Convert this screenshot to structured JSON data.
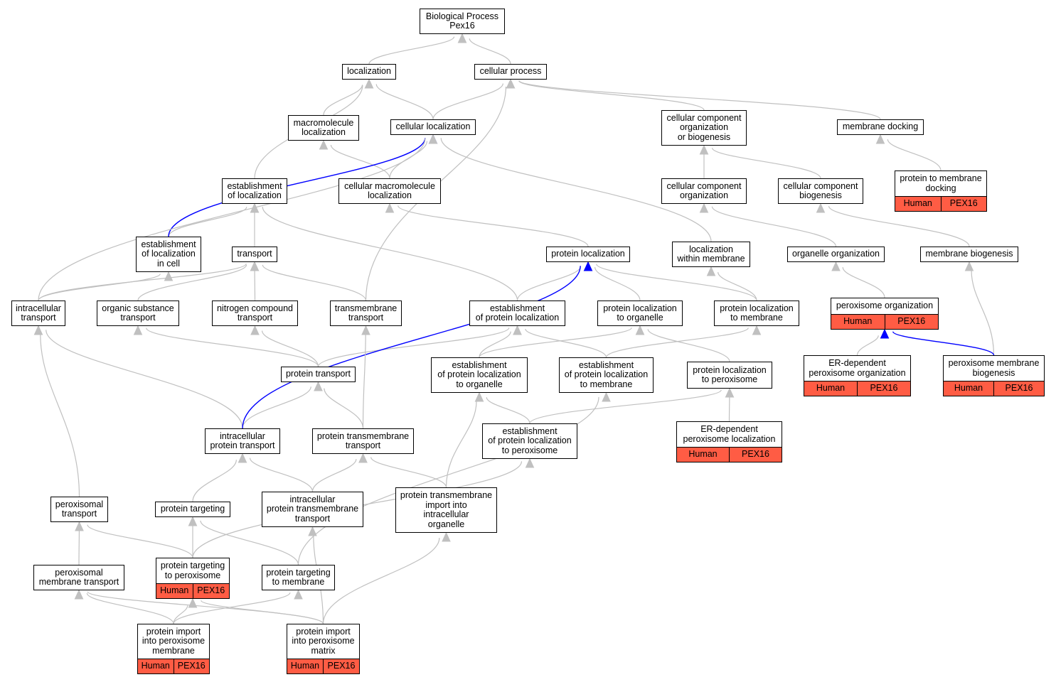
{
  "nodes": [
    {
      "id": "bp",
      "lines": [
        "Biological Process",
        "Pex16"
      ]
    },
    {
      "id": "loc",
      "lines": [
        "localization"
      ]
    },
    {
      "id": "cp",
      "lines": [
        "cellular process"
      ]
    },
    {
      "id": "mm",
      "lines": [
        "macromolecule",
        "localization"
      ]
    },
    {
      "id": "cl",
      "lines": [
        "cellular localization"
      ]
    },
    {
      "id": "ccob",
      "lines": [
        "cellular component",
        "organization",
        "or biogenesis"
      ]
    },
    {
      "id": "md",
      "lines": [
        "membrane docking"
      ]
    },
    {
      "id": "est",
      "lines": [
        "establishment",
        "of localization"
      ]
    },
    {
      "id": "cml",
      "lines": [
        "cellular macromolecule",
        "localization"
      ]
    },
    {
      "id": "cco",
      "lines": [
        "cellular component",
        "organization"
      ]
    },
    {
      "id": "ccb",
      "lines": [
        "cellular component",
        "biogenesis"
      ]
    },
    {
      "id": "ptmd",
      "lines": [
        "protein to membrane",
        "docking"
      ],
      "badges": [
        "Human",
        "PEX16"
      ]
    },
    {
      "id": "elc",
      "lines": [
        "establishment",
        "of localization",
        "in cell"
      ]
    },
    {
      "id": "tr",
      "lines": [
        "transport"
      ]
    },
    {
      "id": "pl",
      "lines": [
        "protein localization"
      ]
    },
    {
      "id": "lwm",
      "lines": [
        "localization",
        "within membrane"
      ]
    },
    {
      "id": "oo",
      "lines": [
        "organelle organization"
      ]
    },
    {
      "id": "mb",
      "lines": [
        "membrane biogenesis"
      ]
    },
    {
      "id": "it",
      "lines": [
        "intracellular",
        "transport"
      ]
    },
    {
      "id": "ost",
      "lines": [
        "organic substance",
        "transport"
      ]
    },
    {
      "id": "nct",
      "lines": [
        "nitrogen compound",
        "transport"
      ]
    },
    {
      "id": "tmt",
      "lines": [
        "transmembrane",
        "transport"
      ]
    },
    {
      "id": "epl",
      "lines": [
        "establishment",
        "of protein localization"
      ]
    },
    {
      "id": "plo",
      "lines": [
        "protein localization",
        "to organelle"
      ]
    },
    {
      "id": "plm",
      "lines": [
        "protein localization",
        "to membrane"
      ]
    },
    {
      "id": "po",
      "lines": [
        "peroxisome organization"
      ],
      "badges": [
        "Human",
        "PEX16"
      ]
    },
    {
      "id": "pt",
      "lines": [
        "protein transport"
      ]
    },
    {
      "id": "eplo",
      "lines": [
        "establishment",
        "of protein localization",
        "to organelle"
      ]
    },
    {
      "id": "eplm",
      "lines": [
        "establishment",
        "of protein localization",
        "to membrane"
      ]
    },
    {
      "id": "plp",
      "lines": [
        "protein localization",
        "to peroxisome"
      ]
    },
    {
      "id": "erpo",
      "lines": [
        "ER-dependent",
        "peroxisome organization"
      ],
      "badges": [
        "Human",
        "PEX16"
      ]
    },
    {
      "id": "pmb",
      "lines": [
        "peroxisome membrane",
        "biogenesis"
      ],
      "badges": [
        "Human",
        "PEX16"
      ]
    },
    {
      "id": "ipt",
      "lines": [
        "intracellular",
        "protein transport"
      ]
    },
    {
      "id": "ptt",
      "lines": [
        "protein transmembrane",
        "transport"
      ]
    },
    {
      "id": "eplp",
      "lines": [
        "establishment",
        "of protein localization",
        "to peroxisome"
      ]
    },
    {
      "id": "erpl",
      "lines": [
        "ER-dependent",
        "peroxisome localization"
      ],
      "badges": [
        "Human",
        "PEX16"
      ]
    },
    {
      "id": "pxt",
      "lines": [
        "peroxisomal",
        "transport"
      ]
    },
    {
      "id": "ptg",
      "lines": [
        "protein targeting"
      ]
    },
    {
      "id": "iptt",
      "lines": [
        "intracellular",
        "protein transmembrane",
        "transport"
      ]
    },
    {
      "id": "ptii",
      "lines": [
        "protein transmembrane",
        "import into",
        "intracellular",
        "organelle"
      ]
    },
    {
      "id": "pmt",
      "lines": [
        "peroxisomal",
        "membrane transport"
      ]
    },
    {
      "id": "ptp",
      "lines": [
        "protein targeting",
        "to peroxisome"
      ],
      "badges": [
        "Human",
        "PEX16"
      ]
    },
    {
      "id": "ptm",
      "lines": [
        "protein targeting",
        "to membrane"
      ]
    },
    {
      "id": "pipm",
      "lines": [
        "protein import",
        "into peroxisome",
        "membrane"
      ],
      "badges": [
        "Human",
        "PEX16"
      ]
    },
    {
      "id": "pipx",
      "lines": [
        "protein import",
        "into peroxisome",
        "matrix"
      ],
      "badges": [
        "Human",
        "PEX16"
      ]
    }
  ],
  "edges": [
    [
      "loc",
      "bp"
    ],
    [
      "cp",
      "bp"
    ],
    [
      "mm",
      "loc"
    ],
    [
      "cl",
      "loc"
    ],
    [
      "cl",
      "cp"
    ],
    [
      "ccob",
      "cp"
    ],
    [
      "md",
      "cp"
    ],
    [
      "est",
      "loc"
    ],
    [
      "cml",
      "mm"
    ],
    [
      "cml",
      "cl"
    ],
    [
      "cco",
      "ccob"
    ],
    [
      "ccb",
      "ccob"
    ],
    [
      "ptmd",
      "md"
    ],
    [
      "elc",
      "est"
    ],
    [
      "elc",
      "cl",
      "blue"
    ],
    [
      "tr",
      "est"
    ],
    [
      "pl",
      "cml"
    ],
    [
      "lwm",
      "cl"
    ],
    [
      "oo",
      "cco"
    ],
    [
      "mb",
      "ccb"
    ],
    [
      "it",
      "elc"
    ],
    [
      "it",
      "tr"
    ],
    [
      "it",
      "cl"
    ],
    [
      "ost",
      "tr"
    ],
    [
      "nct",
      "tr"
    ],
    [
      "tmt",
      "tr"
    ],
    [
      "tmt",
      "cp"
    ],
    [
      "epl",
      "est"
    ],
    [
      "epl",
      "pl"
    ],
    [
      "plo",
      "pl"
    ],
    [
      "plm",
      "pl"
    ],
    [
      "plm",
      "lwm"
    ],
    [
      "po",
      "oo"
    ],
    [
      "pt",
      "ost"
    ],
    [
      "pt",
      "nct"
    ],
    [
      "pt",
      "epl"
    ],
    [
      "eplo",
      "epl"
    ],
    [
      "eplo",
      "plo"
    ],
    [
      "eplm",
      "epl"
    ],
    [
      "eplm",
      "plm"
    ],
    [
      "plp",
      "plo"
    ],
    [
      "erpo",
      "po"
    ],
    [
      "pmb",
      "mb"
    ],
    [
      "pmb",
      "po",
      "blue"
    ],
    [
      "ipt",
      "it"
    ],
    [
      "ipt",
      "pt"
    ],
    [
      "ipt",
      "pl",
      "blue"
    ],
    [
      "ptt",
      "pt"
    ],
    [
      "ptt",
      "tmt"
    ],
    [
      "eplp",
      "eplo"
    ],
    [
      "eplp",
      "plp"
    ],
    [
      "erpl",
      "plp"
    ],
    [
      "pxt",
      "it"
    ],
    [
      "ptg",
      "ipt"
    ],
    [
      "iptt",
      "ipt"
    ],
    [
      "iptt",
      "ptt"
    ],
    [
      "ptii",
      "ptt"
    ],
    [
      "ptii",
      "eplo"
    ],
    [
      "pmt",
      "pxt"
    ],
    [
      "ptp",
      "ptg"
    ],
    [
      "ptp",
      "pxt"
    ],
    [
      "ptp",
      "eplp"
    ],
    [
      "ptm",
      "ptg"
    ],
    [
      "ptm",
      "eplm"
    ],
    [
      "pipm",
      "pmt"
    ],
    [
      "pipm",
      "ptp"
    ],
    [
      "pipm",
      "ptm"
    ],
    [
      "pipx",
      "pmt"
    ],
    [
      "pipx",
      "ptp"
    ],
    [
      "pipx",
      "iptt"
    ],
    [
      "pipx",
      "ptii"
    ]
  ],
  "colors": {
    "edge": "#c0c0c0",
    "highlight_edge": "#0000ff",
    "badge_fill": "#ff5c44",
    "node_border": "#000000"
  }
}
